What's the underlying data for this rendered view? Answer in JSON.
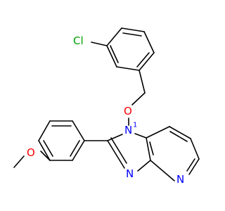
{
  "molecule": {
    "colors": {
      "bond": "#000000",
      "cl": "#00a000",
      "o": "#ff0000",
      "n": "#0000ff"
    },
    "atoms": {
      "cl": "Cl",
      "o_ether": "O",
      "o_methoxy": "O",
      "n1": "N",
      "n_imine": "N",
      "n_pyridine": "N",
      "n1_index": "1"
    }
  }
}
